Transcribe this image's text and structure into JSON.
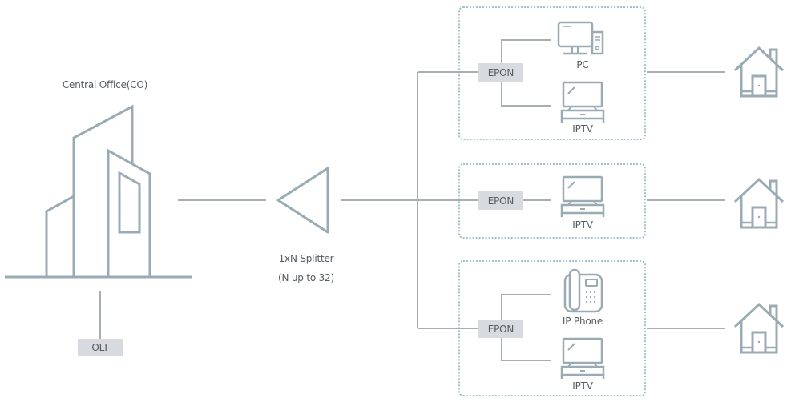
{
  "diagram": {
    "type": "EPON network topology",
    "colors": {
      "icon_stroke": "#9aabb3",
      "line": "#a9aeb2",
      "tag_fill": "#d7dbe0",
      "group_border": "#9fc1cc",
      "text": "#555b60"
    },
    "central_office": {
      "label": "Central Office(CO)",
      "icon": "building-icon",
      "olt_label": "OLT"
    },
    "splitter": {
      "icon": "triangle-splitter-icon",
      "label_line1": "1xN Splitter",
      "label_line2": "(N up to 32)"
    },
    "groups": [
      {
        "epon_label": "EPON",
        "devices": [
          {
            "label": "PC",
            "icon": "desktop-pc-icon"
          },
          {
            "label": "IPTV",
            "icon": "tv-icon"
          }
        ],
        "home_icon": "house-icon"
      },
      {
        "epon_label": "EPON",
        "devices": [
          {
            "label": "IPTV",
            "icon": "tv-icon"
          }
        ],
        "home_icon": "house-icon"
      },
      {
        "epon_label": "EPON",
        "devices": [
          {
            "label": "IP Phone",
            "icon": "desk-phone-icon"
          },
          {
            "label": "IPTV",
            "icon": "tv-icon"
          }
        ],
        "home_icon": "house-icon"
      }
    ]
  }
}
